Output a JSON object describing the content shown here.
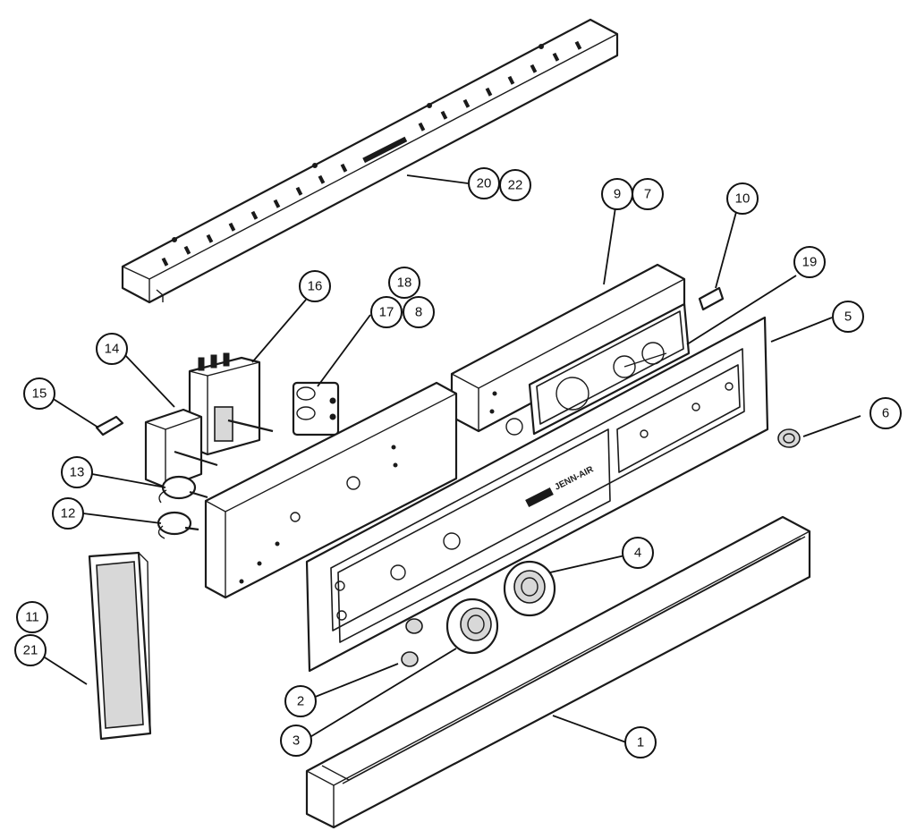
{
  "diagram": {
    "brand_label": "JENN-AIR",
    "callouts": [
      {
        "id": "c1",
        "label": "1"
      },
      {
        "id": "c2",
        "label": "2"
      },
      {
        "id": "c3",
        "label": "3"
      },
      {
        "id": "c4",
        "label": "4"
      },
      {
        "id": "c5",
        "label": "5"
      },
      {
        "id": "c6",
        "label": "6"
      },
      {
        "id": "c7",
        "label": "7"
      },
      {
        "id": "c8",
        "label": "8"
      },
      {
        "id": "c9",
        "label": "9"
      },
      {
        "id": "c10",
        "label": "10"
      },
      {
        "id": "c11",
        "label": "11"
      },
      {
        "id": "c12",
        "label": "12"
      },
      {
        "id": "c13",
        "label": "13"
      },
      {
        "id": "c14",
        "label": "14"
      },
      {
        "id": "c15",
        "label": "15"
      },
      {
        "id": "c16",
        "label": "16"
      },
      {
        "id": "c17",
        "label": "17"
      },
      {
        "id": "c18",
        "label": "18"
      },
      {
        "id": "c19",
        "label": "19"
      },
      {
        "id": "c20",
        "label": "20"
      },
      {
        "id": "c21",
        "label": "21"
      },
      {
        "id": "c22",
        "label": "22"
      }
    ]
  }
}
